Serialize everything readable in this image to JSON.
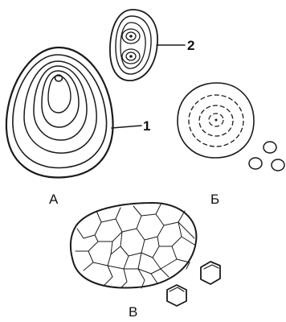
{
  "labels": {
    "a": "А",
    "b": "Б",
    "v": "В"
  },
  "callouts": {
    "one": "1",
    "two": "2"
  },
  "colors": {
    "line": "#1a1a1a",
    "background": "#ffffff"
  }
}
